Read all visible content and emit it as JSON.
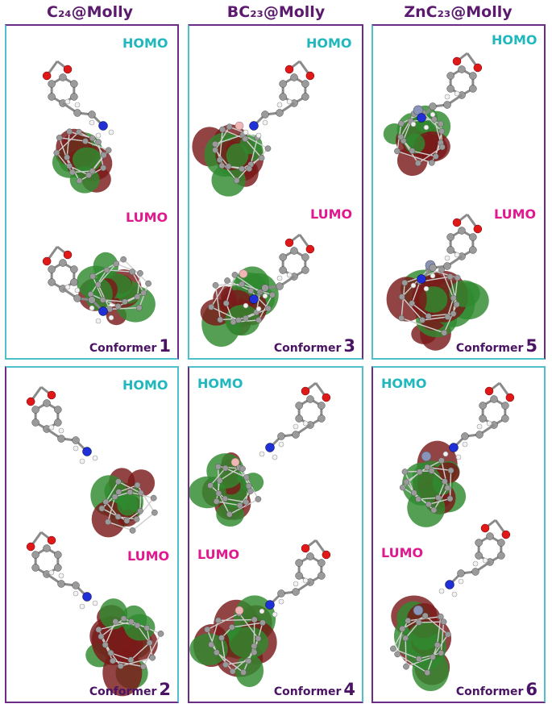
{
  "columns": [
    {
      "title": "C₂₄@Molly"
    },
    {
      "title": "BC₂₃@Molly"
    },
    {
      "title": "ZnC₂₃@Molly"
    }
  ],
  "panels": [
    {
      "homo": "HOMO",
      "lumo": "LUMO",
      "conformer_label": "Conformer",
      "conformer_number": "1",
      "cage_dopant": "none"
    },
    {
      "homo": "HOMO",
      "lumo": "LUMO",
      "conformer_label": "Conformer",
      "conformer_number": "3",
      "cage_dopant": "B"
    },
    {
      "homo": "HOMO",
      "lumo": "LUMO",
      "conformer_label": "Conformer",
      "conformer_number": "5",
      "cage_dopant": "Zn"
    },
    {
      "homo": "HOMO",
      "lumo": "LUMO",
      "conformer_label": "Conformer",
      "conformer_number": "2",
      "cage_dopant": "none"
    },
    {
      "homo": "HOMO",
      "lumo": "LUMO",
      "conformer_label": "Conformer",
      "conformer_number": "4",
      "cage_dopant": "B"
    },
    {
      "homo": "HOMO",
      "lumo": "LUMO",
      "conformer_label": "Conformer",
      "conformer_number": "6",
      "cage_dopant": "Zn"
    }
  ],
  "colors": {
    "title": "#5b1a6e",
    "homo_label": "#20b8bd",
    "lumo_label": "#e0198f",
    "conformer_label": "#4a1363",
    "orbital_positive": "#7a1a1a",
    "orbital_negative": "#2f8a2f",
    "carbon": "#9a9a9a",
    "hydrogen": "#f2f2f2",
    "oxygen": "#e01818",
    "nitrogen": "#2030d8",
    "boron": "#f0b6b6",
    "zinc": "#8a93b8"
  }
}
